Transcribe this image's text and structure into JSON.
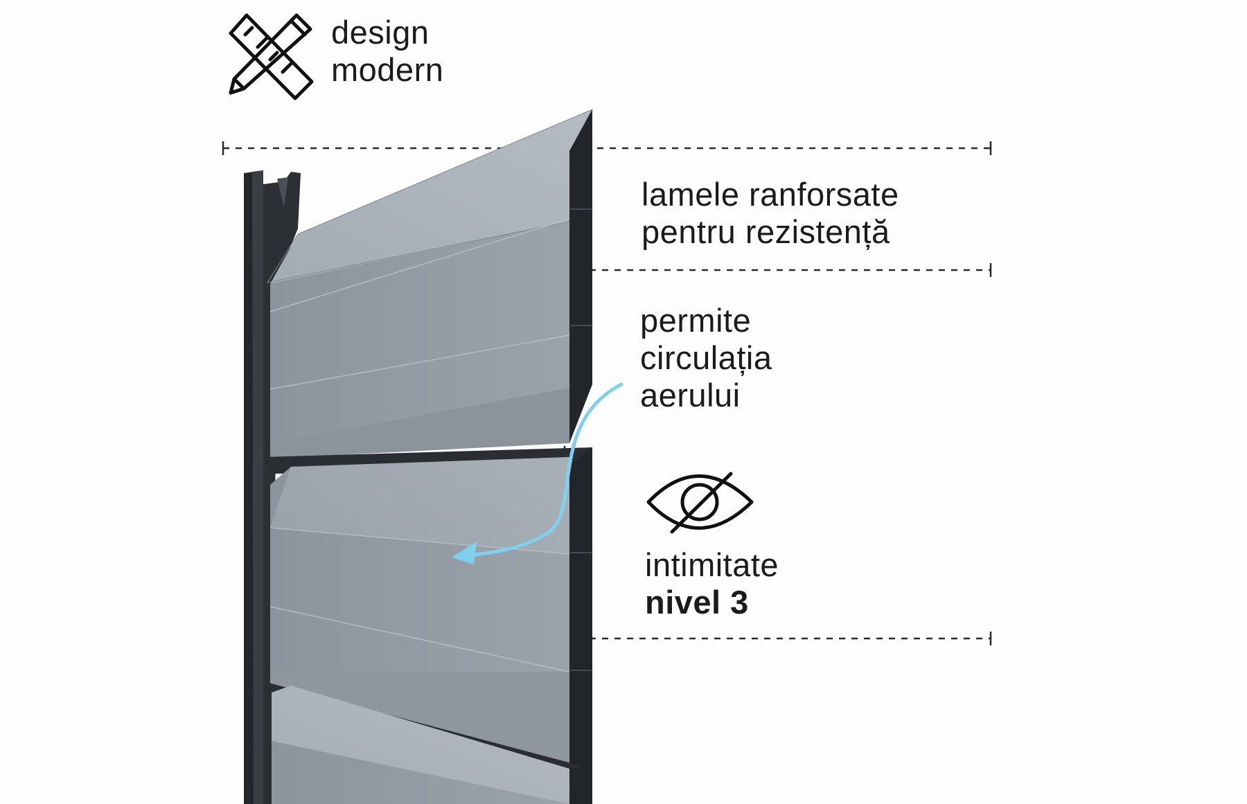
{
  "colors": {
    "background": "#fdfdfd",
    "slat_face": "#939aa2",
    "slat_top": "#a9b0b8",
    "frame": "#2a2e33",
    "arrow": "#7fd0ef",
    "ink": "#1b1b1b"
  },
  "features": {
    "design": {
      "icon": "pencil-ruler-icon",
      "line1": "design",
      "line2": "modern"
    },
    "slats": {
      "line1": "lamele ranforsate",
      "line2": "pentru rezistență"
    },
    "airflow": {
      "icon": "curved-arrow",
      "line1": "permite",
      "line2": "circulația",
      "line3": "aerului"
    },
    "privacy": {
      "icon": "eye-slash-icon",
      "line1": "intimitate",
      "line2": "nivel 3"
    }
  }
}
